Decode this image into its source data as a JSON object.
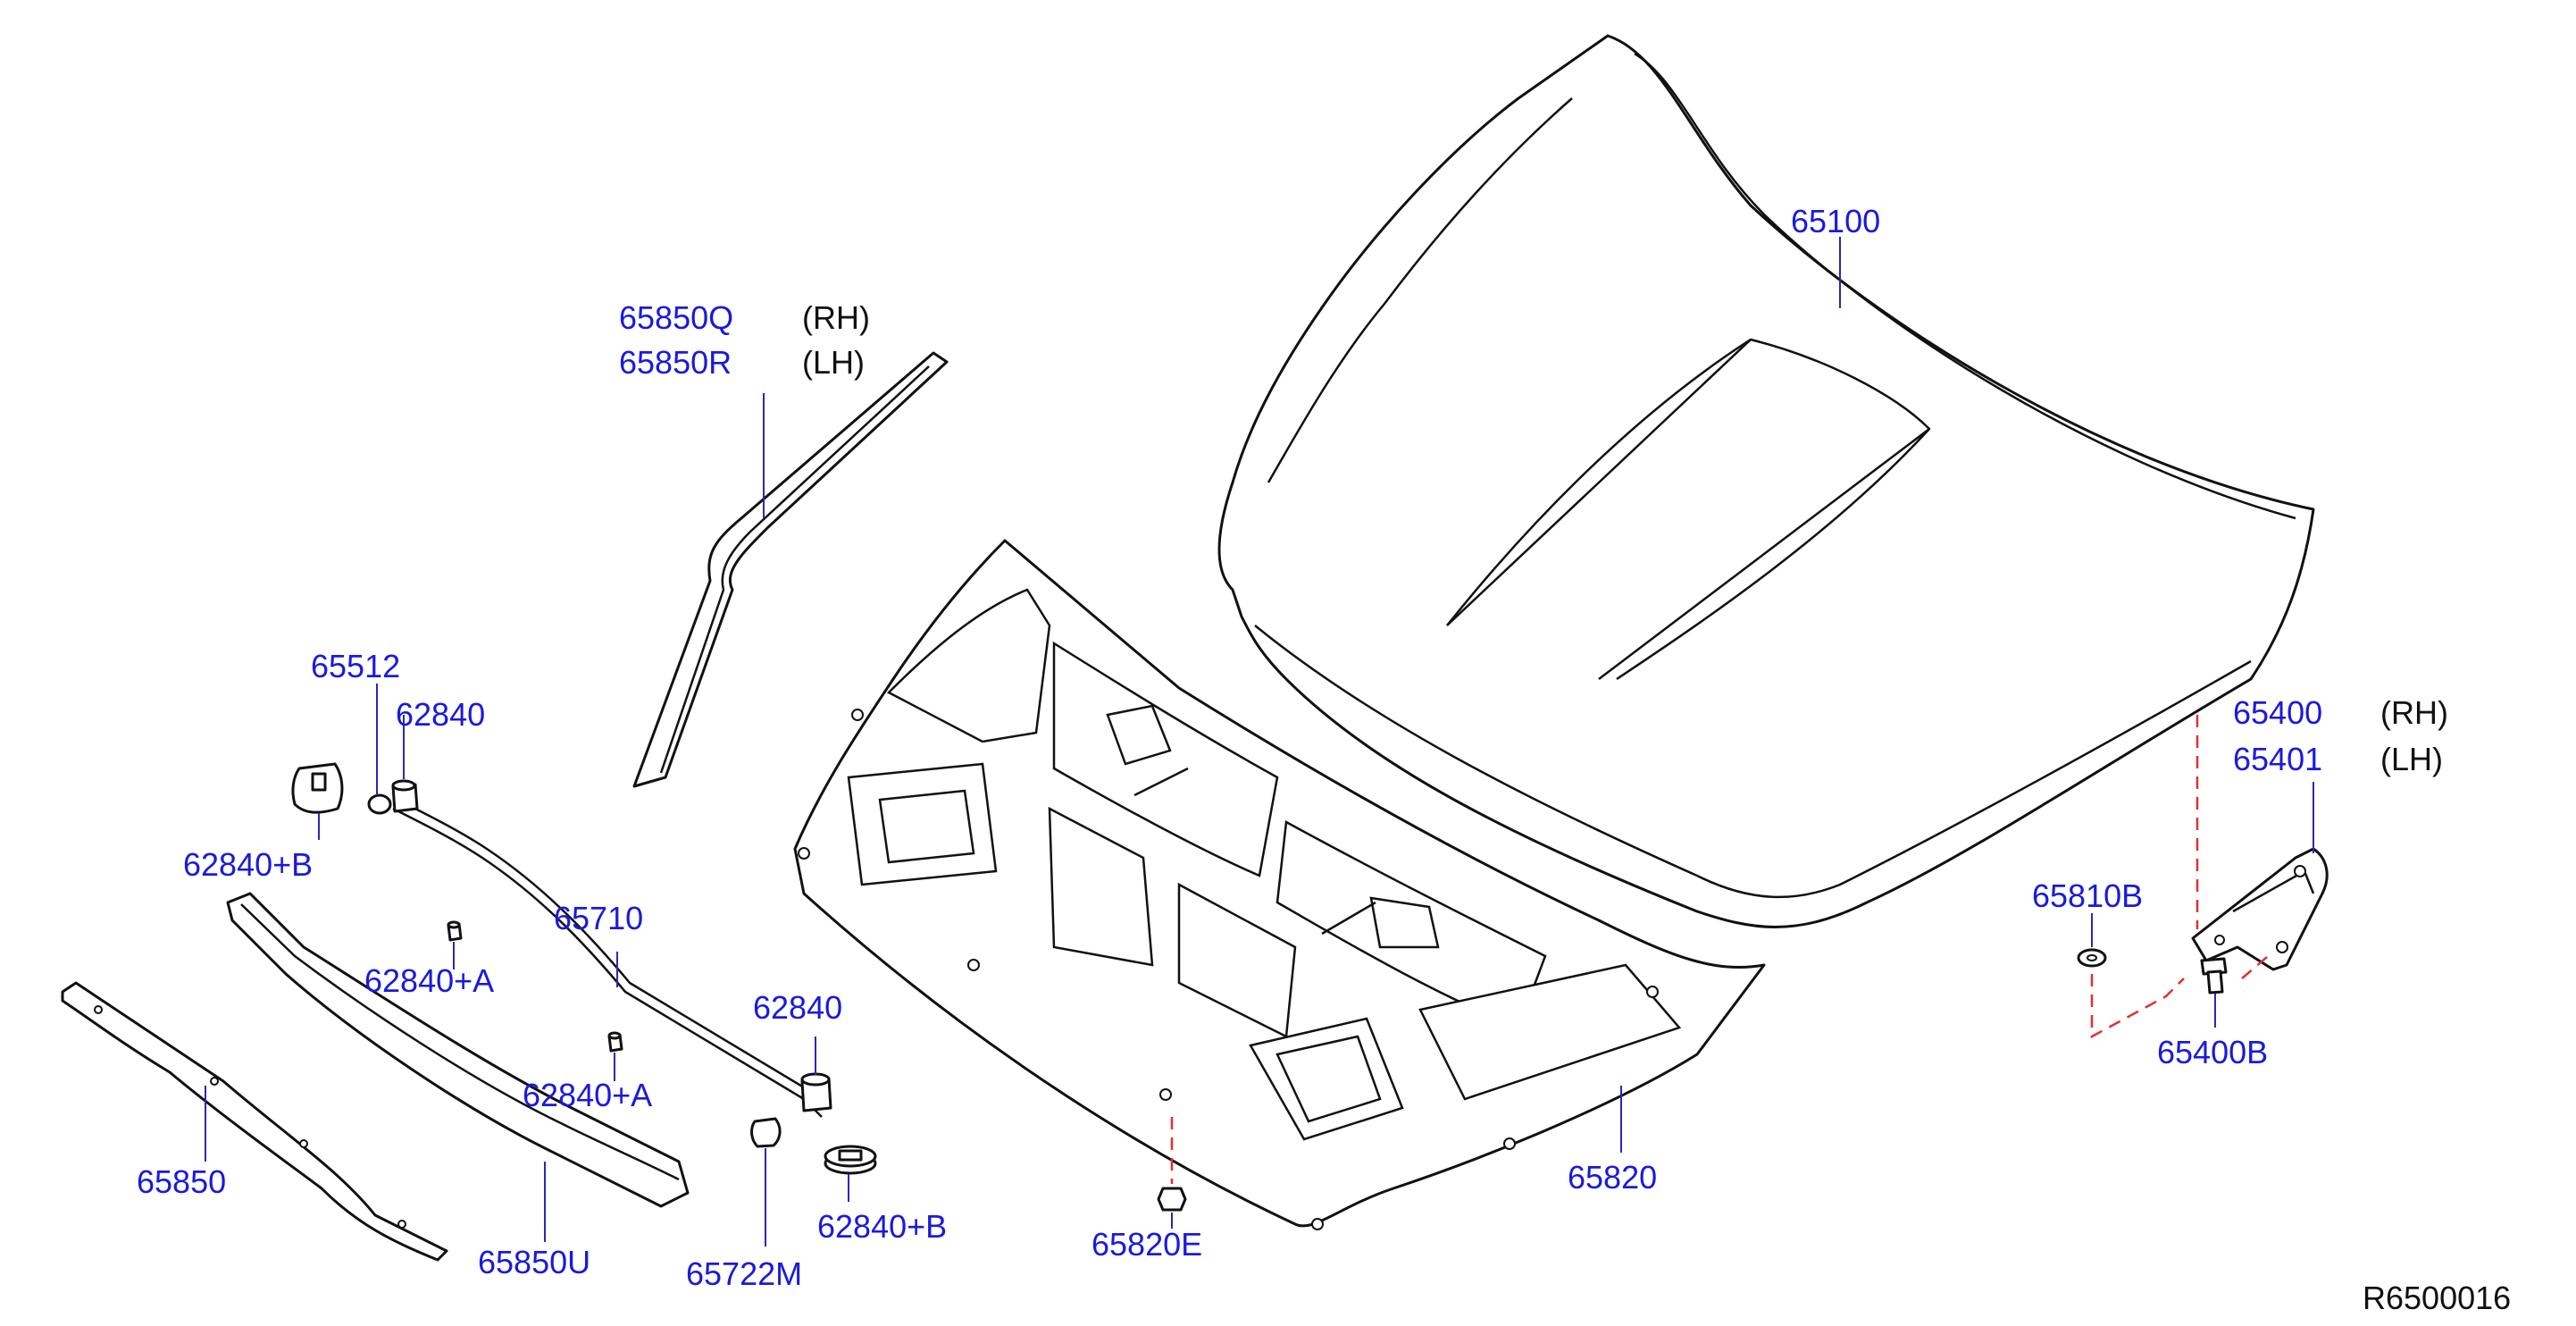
{
  "diagram_id": "R6500016",
  "labels": {
    "p65100": "65100",
    "p65850q": "65850Q",
    "p65850q_side": "(RH)",
    "p65850r": "65850R",
    "p65850r_side": "(LH)",
    "p65512": "65512",
    "p62840_top": "62840",
    "p62840b_left": "62840+B",
    "p65710": "65710",
    "p62840a_1": "62840+A",
    "p62840a_2": "62840+A",
    "p62840_mid": "62840",
    "p65850": "65850",
    "p65850u": "65850U",
    "p65722m": "65722M",
    "p62840b_right": "62840+B",
    "p65820e": "65820E",
    "p65820": "65820",
    "p65400": "65400",
    "p65400_side": "(RH)",
    "p65401": "65401",
    "p65401_side": "(LH)",
    "p65810b": "65810B",
    "p65400b": "65400B"
  },
  "colors": {
    "label": "#1a1adc",
    "line": "#111111",
    "dashed_leader": "#e03030"
  }
}
